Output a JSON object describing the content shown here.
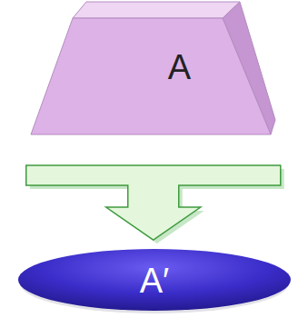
{
  "diagram": {
    "nodes": [
      {
        "text": [
          "A"
        ]
      },
      {
        "text": [
          "A′"
        ]
      }
    ],
    "edges": [
      {
        "from": 0,
        "to": 1,
        "arrow": "to"
      }
    ]
  }
}
